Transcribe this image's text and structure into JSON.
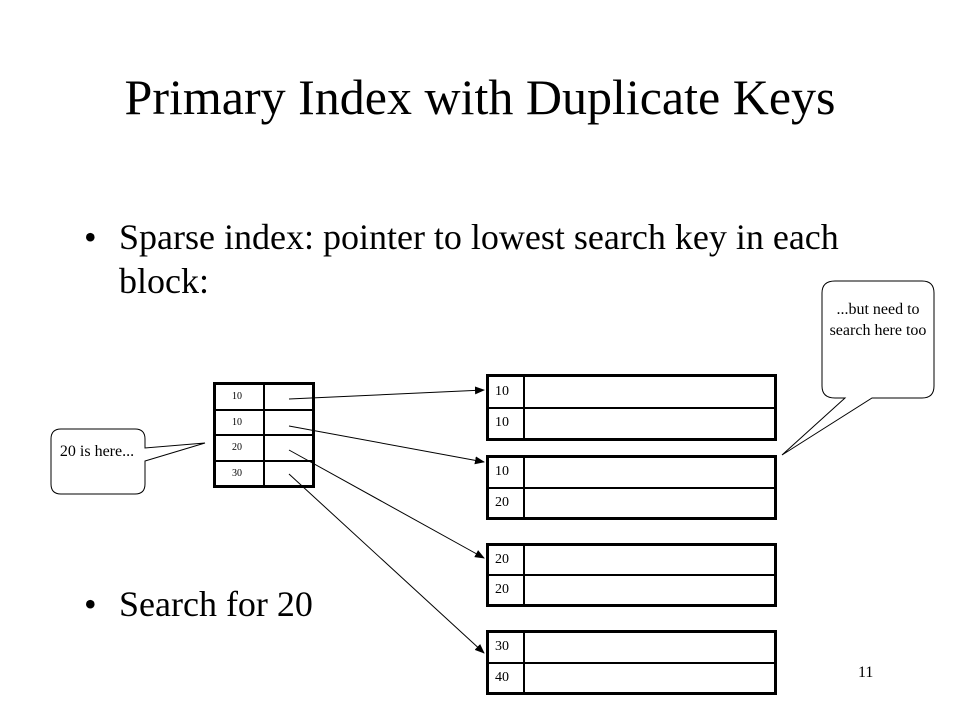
{
  "slide": {
    "title": "Primary Index with Duplicate Keys",
    "bullets": [
      "Sparse index: pointer to lowest search key in each block:",
      "Search for 20"
    ],
    "bullet_symbol": "•",
    "slide_number": "11"
  },
  "index_table": {
    "keys": [
      "10",
      "10",
      "20",
      "30"
    ]
  },
  "blocks": [
    {
      "keys": [
        "10",
        "10"
      ]
    },
    {
      "keys": [
        "10",
        "20"
      ]
    },
    {
      "keys": [
        "20",
        "20"
      ]
    },
    {
      "keys": [
        "30",
        "40"
      ]
    }
  ],
  "callouts": {
    "left": "20 is here...",
    "right": "...but need to search here too"
  }
}
